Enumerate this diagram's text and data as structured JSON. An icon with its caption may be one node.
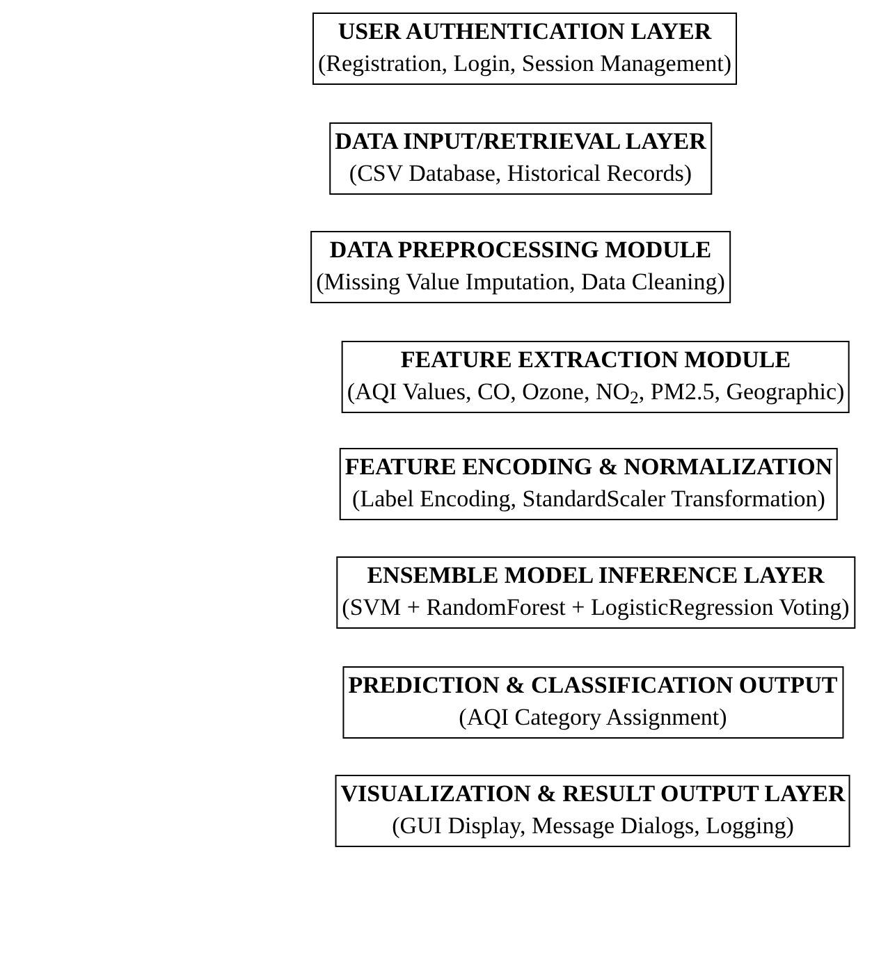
{
  "diagram": {
    "nodes": [
      {
        "text": [
          "USER AUTHENTICATION LAYER",
          "(Registration, Login, Session Management)"
        ]
      },
      {
        "text": [
          "DATA INPUT/RETRIEVAL LAYER",
          "(CSV Database, Historical Records)"
        ]
      },
      {
        "text": [
          "DATA PREPROCESSING MODULE",
          "(Missing Value Imputation, Data Cleaning)"
        ]
      },
      {
        "text": [
          "FEATURE EXTRACTION MODULE",
          "(AQI Values, CO, Ozone, NO$_{2}$, PM2.5, Geographic)"
        ]
      },
      {
        "text": [
          "FEATURE ENCODING & NORMALIZATION",
          "(Label Encoding, StandardScaler Transformation)"
        ]
      },
      {
        "text": [
          "ENSEMBLE MODEL INFERENCE LAYER",
          "(SVM + RandomForest + LogisticRegression Voting)"
        ]
      },
      {
        "text": [
          "PREDICTION & CLASSIFICATION OUTPUT",
          "(AQI Category Assignment)"
        ]
      },
      {
        "text": [
          "VISUALIZATION & RESULT OUTPUT LAYER",
          "(GUI Display, Message Dialogs, Logging)"
        ]
      }
    ]
  }
}
